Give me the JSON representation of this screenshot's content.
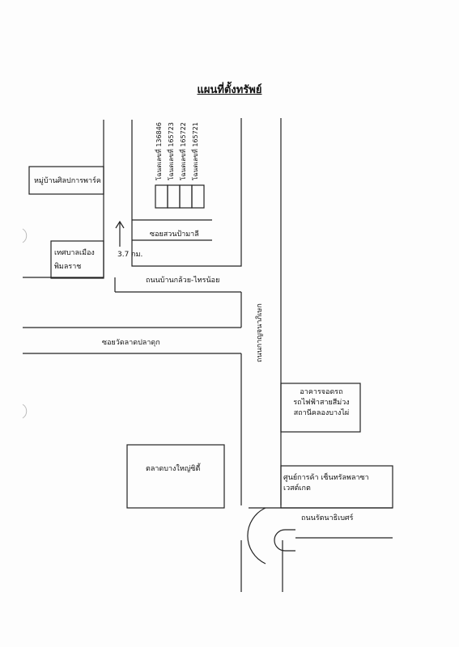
{
  "title": "แผนที่ตั้งทรัพย์",
  "deed_labels": [
    "โฉนดเลขที่ 136846",
    "โฉนดเลขที่ 165723",
    "โฉนดเลขที่ 165722",
    "โฉนดเลขที่ 165721"
  ],
  "places": {
    "village": "หมู่บ้านศิลปการพาร์ค",
    "municipality_line1": "เทศบาลเมือง",
    "municipality_line2": "พิมลราช",
    "depot_line1": "อาคารจอดรถ",
    "depot_line2": "รถไฟฟ้าสายสีม่วง",
    "depot_line3": "สถานีคลองบางไผ่",
    "market": "ตลาดบางใหญ่ซิตี้",
    "mall_line1": "ศูนย์การค้า เซ็นทรัลพลาซา",
    "mall_line2": "เวสต์เกต"
  },
  "roads": {
    "soi_suan": "ซอยสวนป้ามาลี",
    "ban_kluai": "ถนนบ้านกล้วย-ไทรน้อย",
    "soi_wat": "ซอยวัดลาดปลาดุก",
    "kanchana": "ถนนกาญจนาภิเษก",
    "rattanathibet": "ถนนรัตนาธิเบศร์"
  },
  "distance": "3.7 กม."
}
